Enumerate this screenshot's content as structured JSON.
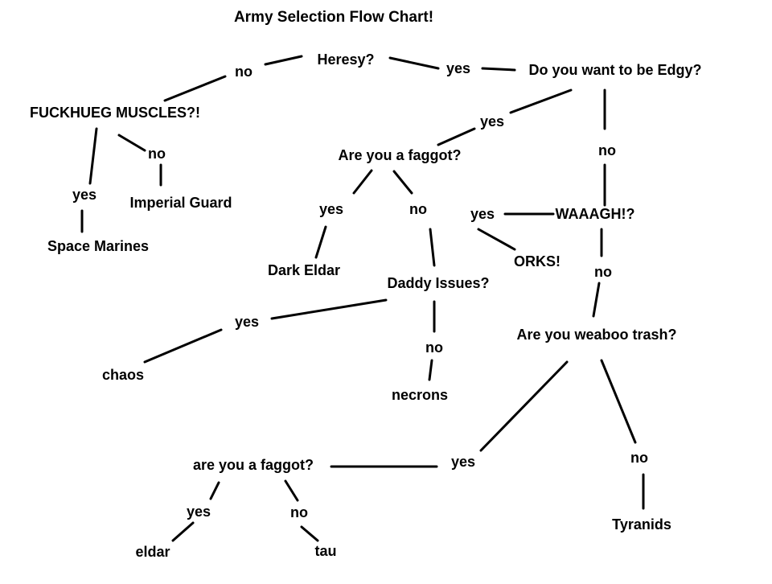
{
  "title": "Army Selection Flow Chart!",
  "nodes": {
    "heresy": "Heresy?",
    "no1": "no",
    "yes1": "yes",
    "edgy": "Do you want to be Edgy?",
    "muscles": "FUCKHUEG MUSCLES?!",
    "yes2": "yes",
    "no2": "no",
    "faggot1": "Are you a faggot?",
    "no3": "no",
    "yes3": "yes",
    "imperial_guard": "Imperial Guard",
    "yes4": "yes",
    "no4": "no",
    "yes5": "yes",
    "waaagh": "WAAAGH!?",
    "space_marines": "Space Marines",
    "orks": "ORKS!",
    "dark_eldar": "Dark Eldar",
    "no5": "no",
    "daddy": "Daddy Issues?",
    "yes6": "yes",
    "weaboo": "Are you weaboo trash?",
    "no6": "no",
    "chaos": "chaos",
    "necrons": "necrons",
    "faggot2": "are you a faggot?",
    "yes7": "yes",
    "no7": "no",
    "yes8": "yes",
    "no8": "no",
    "tyranids": "Tyranids",
    "eldar": "eldar",
    "tau": "tau"
  }
}
